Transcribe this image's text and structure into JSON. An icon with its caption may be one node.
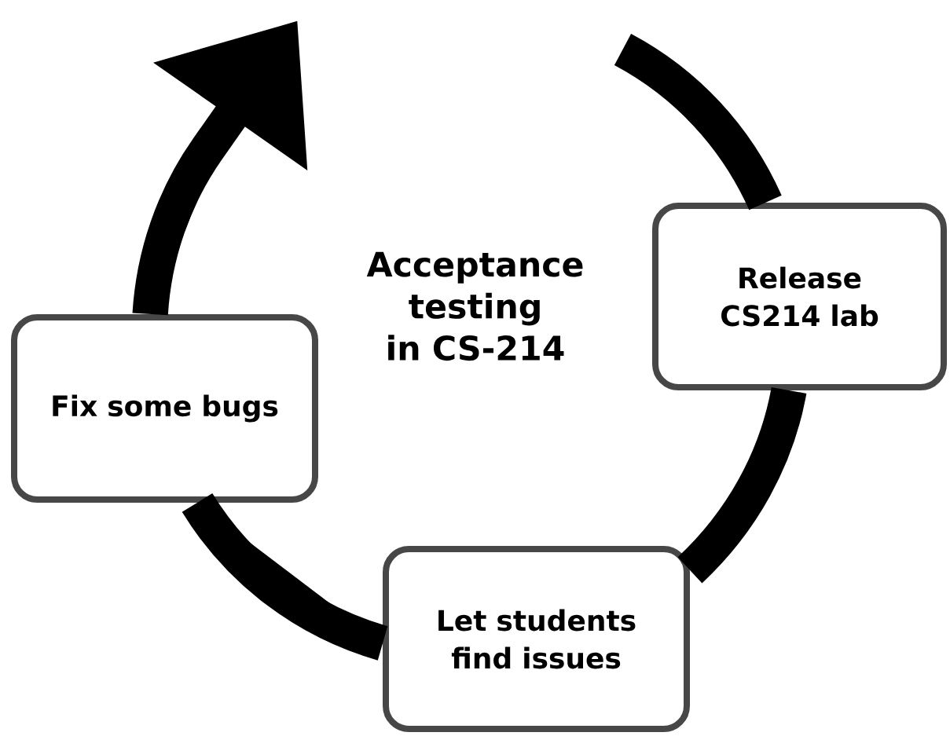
{
  "diagram": {
    "title": "Acceptance testing in CS-214",
    "nodes": [
      {
        "text": [
          "Release CS214 lab"
        ]
      },
      {
        "text": [
          "Let students find issues"
        ]
      },
      {
        "text": [
          "Fix some bugs"
        ]
      }
    ],
    "edges": [
      {
        "from": 0,
        "to": 1,
        "arrow": "none"
      },
      {
        "from": 1,
        "to": 2,
        "arrow": "none"
      },
      {
        "from": 2,
        "to": null,
        "arrow": "to"
      },
      {
        "from": null,
        "to": 0,
        "arrow": "none"
      }
    ]
  }
}
